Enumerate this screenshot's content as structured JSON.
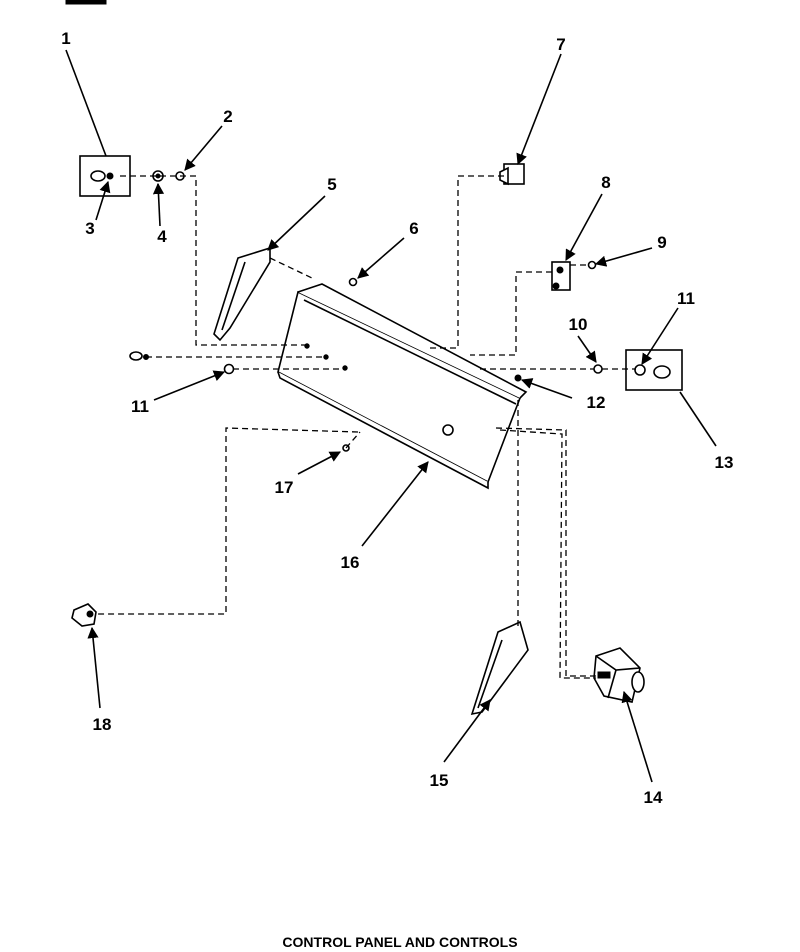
{
  "caption": "CONTROL PANEL AND CONTROLS",
  "callouts": [
    "1",
    "2",
    "3",
    "4",
    "5",
    "6",
    "7",
    "8",
    "9",
    "10",
    "11",
    "11",
    "12",
    "13",
    "14",
    "15",
    "16",
    "17",
    "18"
  ]
}
